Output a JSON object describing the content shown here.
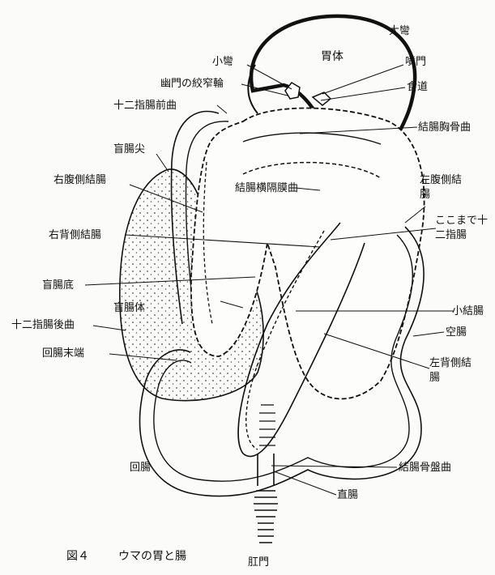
{
  "figure": {
    "caption_number": "図４",
    "caption_title": "ウマの胃と腸"
  },
  "labels": {
    "greater_curvature": "大彎",
    "stomach_body": "胃体",
    "lesser_curvature": "小彎",
    "cardia": "噴門",
    "pyloric_constriction": "幽門の絞窄輪",
    "esophagus": "食道",
    "duodenum_cranial_flexure": "十二指腸前曲",
    "sternal_flexure": "結腸胸骨曲",
    "cecum_apex": "盲腸尖",
    "right_ventral_colon": "右腹側結腸",
    "diaphragmatic_flexure": "結腸横隔膜曲",
    "left_ventral_colon": "左腹側結腸",
    "duodenum_end": "ここまで十二指腸",
    "right_dorsal_colon": "右背側結腸",
    "cecum_base": "盲腸底",
    "cecum_body": "盲腸体",
    "duodenum_caudal_flexure": "十二指腸後曲",
    "small_colon": "小結腸",
    "jejunum": "空腸",
    "ileum_terminal": "回腸末端",
    "left_dorsal_colon": "左背側結腸",
    "ileum": "回腸",
    "pelvic_flexure": "結腸骨盤曲",
    "rectum": "直腸",
    "anus": "肛門"
  }
}
